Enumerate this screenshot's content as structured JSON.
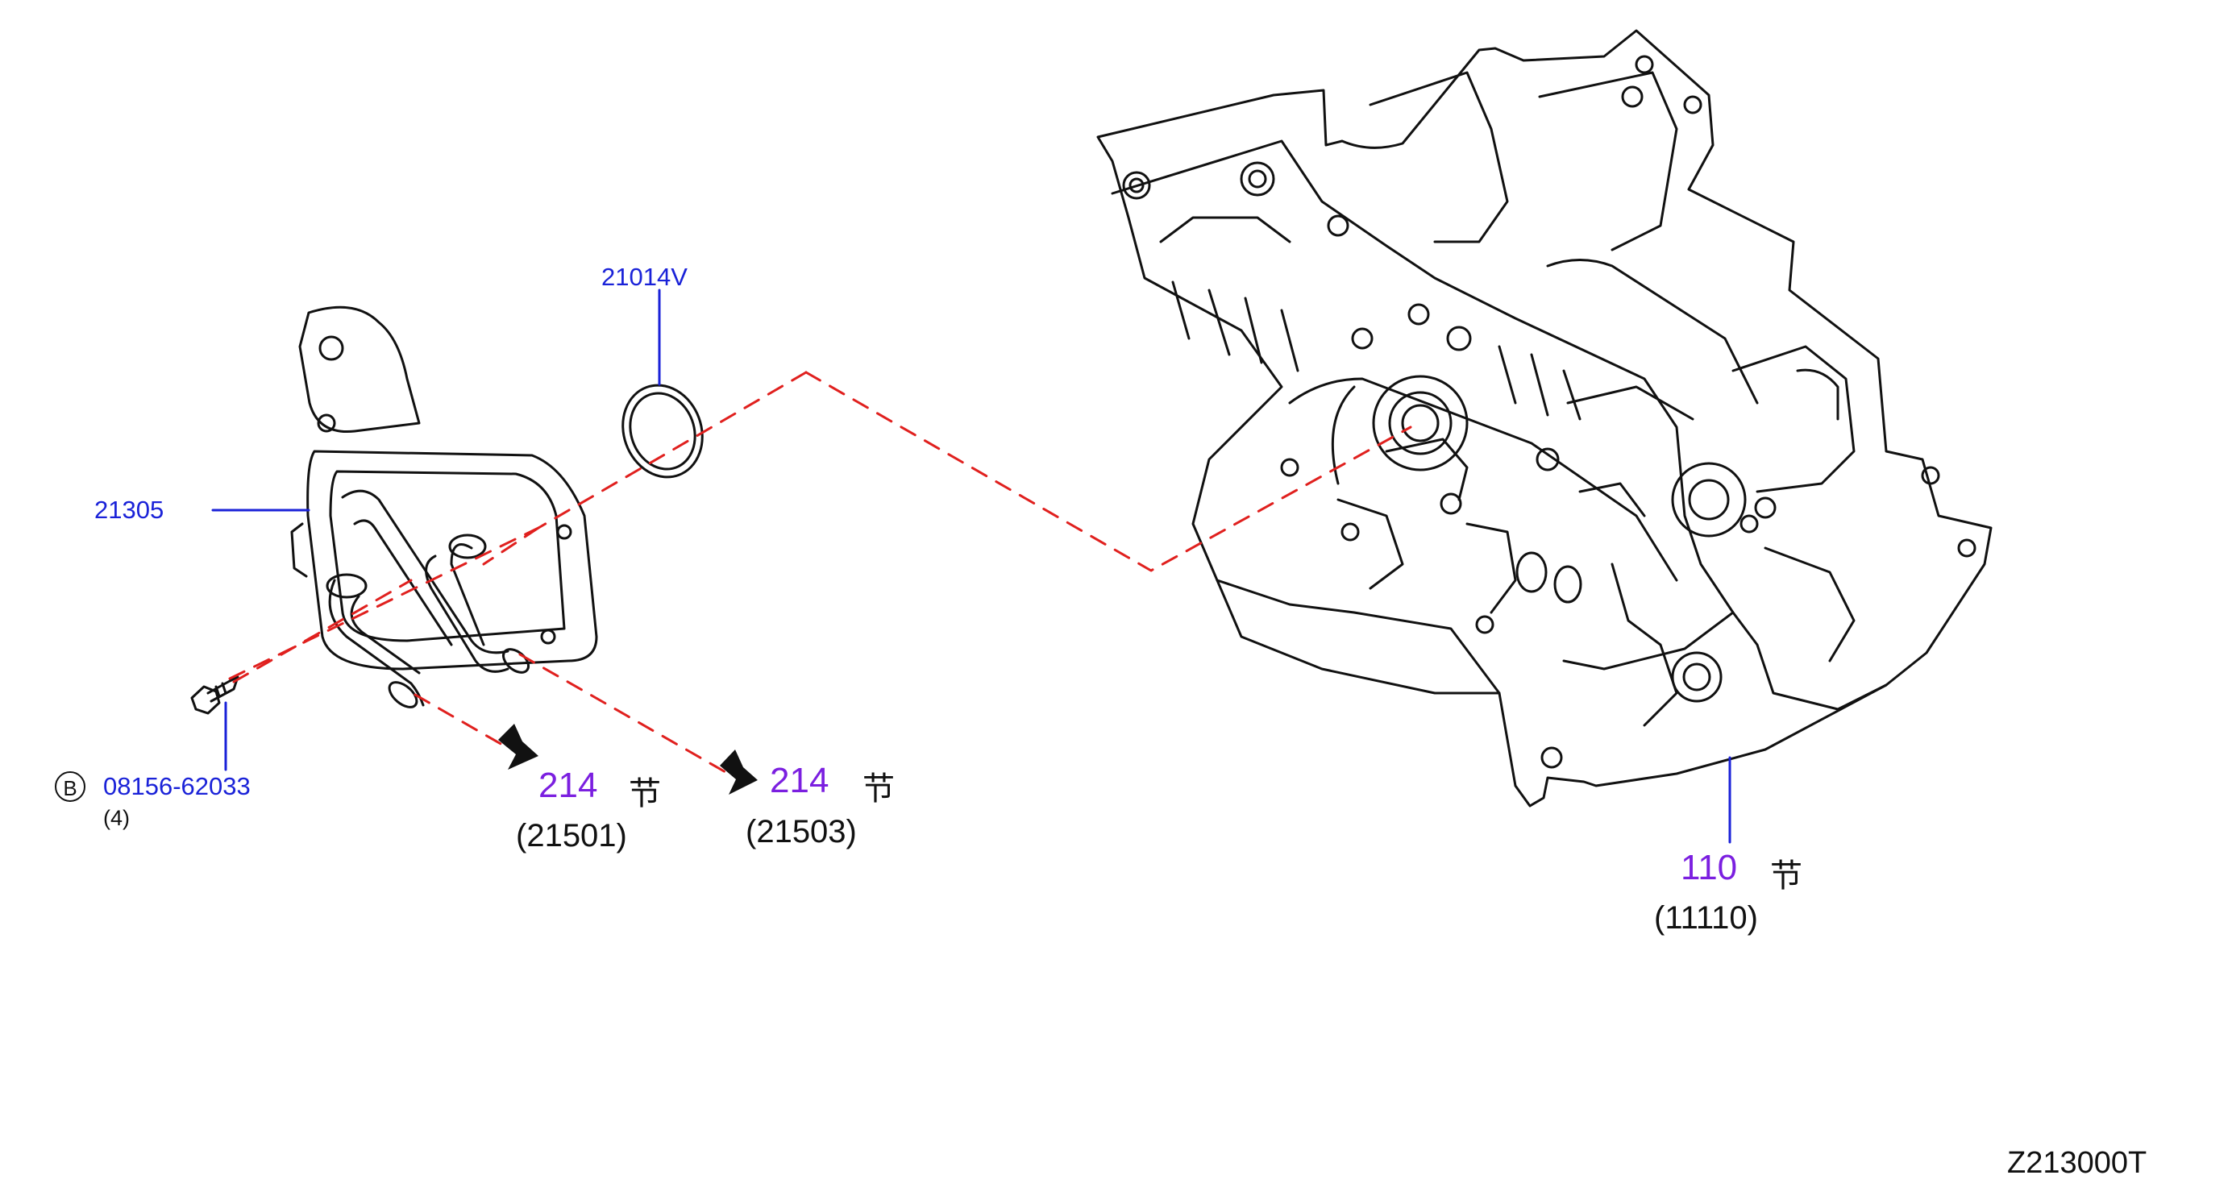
{
  "parts": {
    "o_ring": {
      "part_no": "21014V"
    },
    "oil_cooler": {
      "part_no": "21305"
    },
    "bolt": {
      "part_no": "08156-62033",
      "symbol": "B",
      "qty": "(4)"
    }
  },
  "references": [
    {
      "section": "214",
      "mark": "节",
      "sub": "(21501)"
    },
    {
      "section": "214",
      "mark": "节",
      "sub": "(21503)"
    },
    {
      "section": "110",
      "mark": "节",
      "sub": "(11110)"
    }
  ],
  "diagram_code": "Z213000T",
  "colors": {
    "part_label": "#1a22d8",
    "section_link": "#7b1fe0",
    "dashed_line": "#e0201e",
    "outline": "#111111"
  }
}
